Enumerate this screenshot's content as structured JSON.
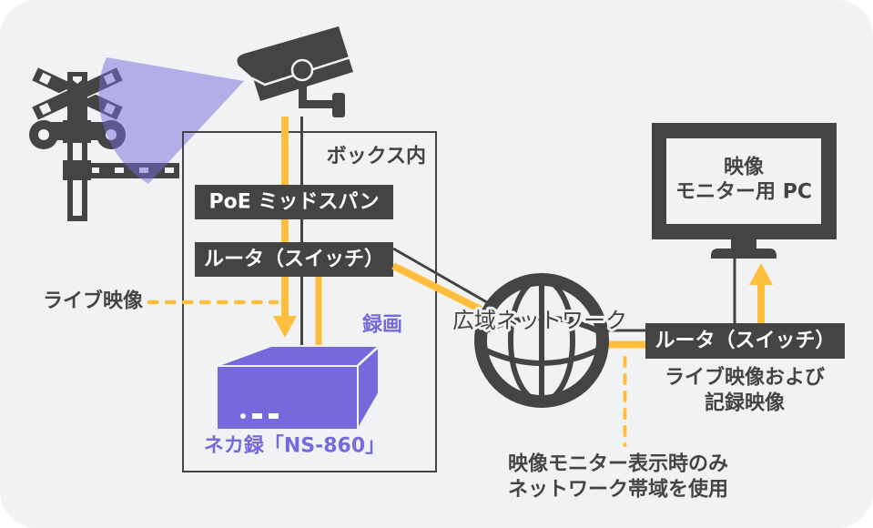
{
  "diagram": {
    "box_title": "ボックス内",
    "poe_midspan": "PoE ミッドスパン",
    "router_local": "ルータ（スイッチ）",
    "live_video_label": "ライブ映像",
    "recording_label": "録画",
    "recorder_name": "ネカ録「NS-860」",
    "wan_label": "広域ネットワーク",
    "monitor_pc": {
      "line1": "映像",
      "line2": "モニター用 PC"
    },
    "router_remote": "ルータ（スイッチ）",
    "remote_caption": {
      "line1": "ライブ映像および",
      "line2": "記録映像"
    },
    "bandwidth_note": {
      "line1": "映像モニター表示時のみ",
      "line2": "ネットワーク帯域を使用"
    }
  },
  "icons": [
    "railroad-crossing-icon",
    "security-camera-icon",
    "recorder-device-icon",
    "globe-icon",
    "monitor-icon",
    "arrow-down-icon",
    "arrow-up-icon"
  ],
  "colors": {
    "page": "#ffffff",
    "background": "#f1f2f4",
    "dark": "#444444",
    "accent_purple": "#7569dc",
    "signal_yellow": "#ffbe3c",
    "box_text": "#ffffff"
  }
}
